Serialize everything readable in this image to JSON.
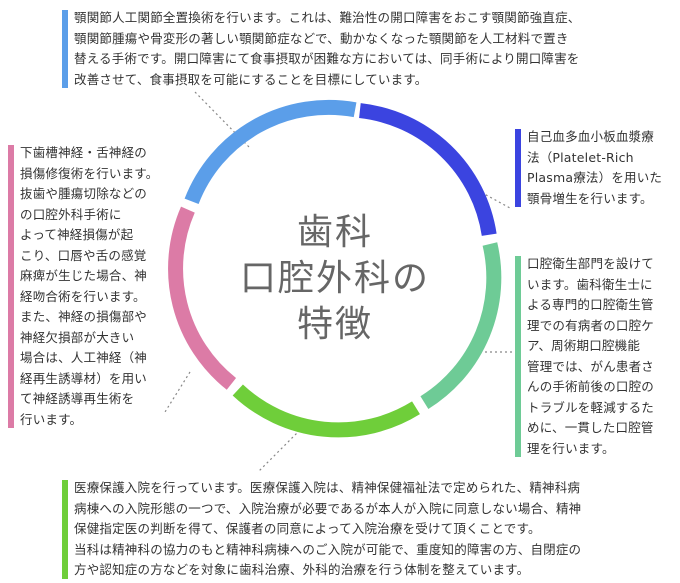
{
  "center_title": {
    "line1": "歯科",
    "line2": "口腔外科の",
    "line3": "特徴"
  },
  "colors": {
    "blue": "#5b9ee9",
    "purple": "#3b44e0",
    "teal": "#6ecb96",
    "green": "#6fce3a",
    "pink": "#dc7ba6",
    "leader": "#888888"
  },
  "callouts": {
    "blue": "顎関節人工関節全置換術を行います。これは、難治性の開口障害をおこす顎関節強直症、\n顎関節腫瘍や骨変形の著しい顎関節症などで、動かなくなった顎関節を人工材料で置き\n替える手術です。開口障害にて食事摂取が困難な方においては、同手術により開口障害を\n改善させて、食事摂取を可能にすることを目標にしています。",
    "purple": "自己血多血小板血漿療\n法（Platelet-Rich\nPlasma療法）を用いた\n顎骨増生を行います。",
    "teal": "口腔衛生部門を設けて\nいます。歯科衛生士に\nよる専門的口腔衛生管\n理での有病者の口腔ケ\nア、周術期口腔機能\n管理では、がん患者さ\nんの手術前後の口腔の\nトラブルを軽減するた\nめに、一貫した口腔管\n理を行います。",
    "green": "医療保護入院を行っています。医療保護入院は、精神保健福祉法で定められた、精神科病\n病棟への入院形態の一つで、入院治療が必要であるが本人が入院に同意しない場合、精神\n保健指定医の判断を得て、保護者の同意によって入院治療を受けて頂くことです。\n当科は精神科の協力のもと精神科病棟へのご入院が可能で、重度知的障害の方、自閉症の\n方や認知症の方などを対象に歯科治療、外科的治療を行う体制を整えています。",
    "pink": "下歯槽神経・舌神経の\n損傷修復術を行います。\n抜歯や腫瘍切除などの\nの口腔外科手術に\nよって神経損傷が起\nこり、口唇や舌の感覚\n麻痺が生じた場合、神\n経吻合術を行います。\nまた、神経の損傷部や\n神経欠損部が大きい\n場合は、人工神経（神\n経再生誘導材）を用い\nて神経誘導再生術を\n行います。"
  }
}
